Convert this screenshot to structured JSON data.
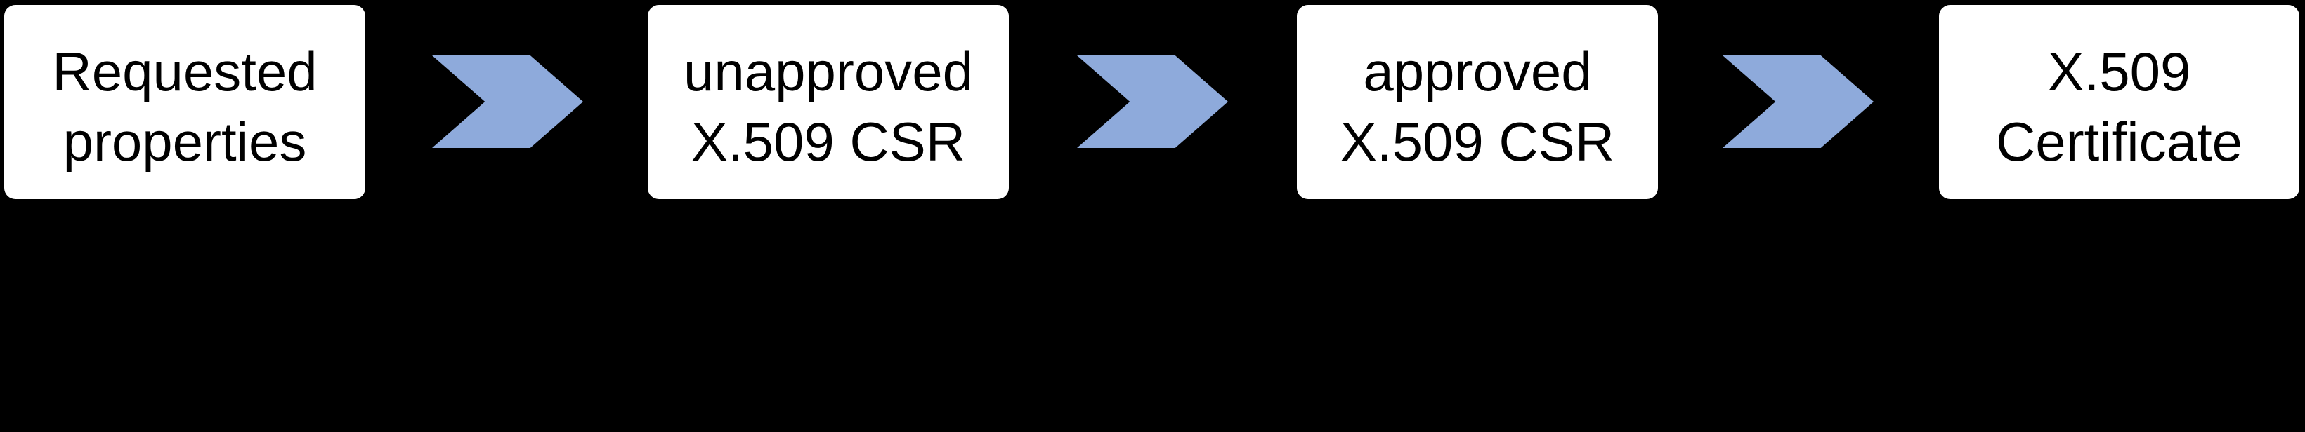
{
  "diagram": {
    "background_color": "#000000",
    "box_fill_color": "#ffffff",
    "box_text_color": "#000000",
    "arrow_color": "#8EAADB",
    "steps": [
      {
        "label": "Requested\nproperties"
      },
      {
        "label": "unapproved\nX.509 CSR"
      },
      {
        "label": "approved\nX.509 CSR"
      },
      {
        "label": "X.509\nCertificate"
      }
    ],
    "arrows": [
      {
        "icon": "chevron-right"
      },
      {
        "icon": "chevron-right"
      },
      {
        "icon": "chevron-right"
      }
    ]
  }
}
